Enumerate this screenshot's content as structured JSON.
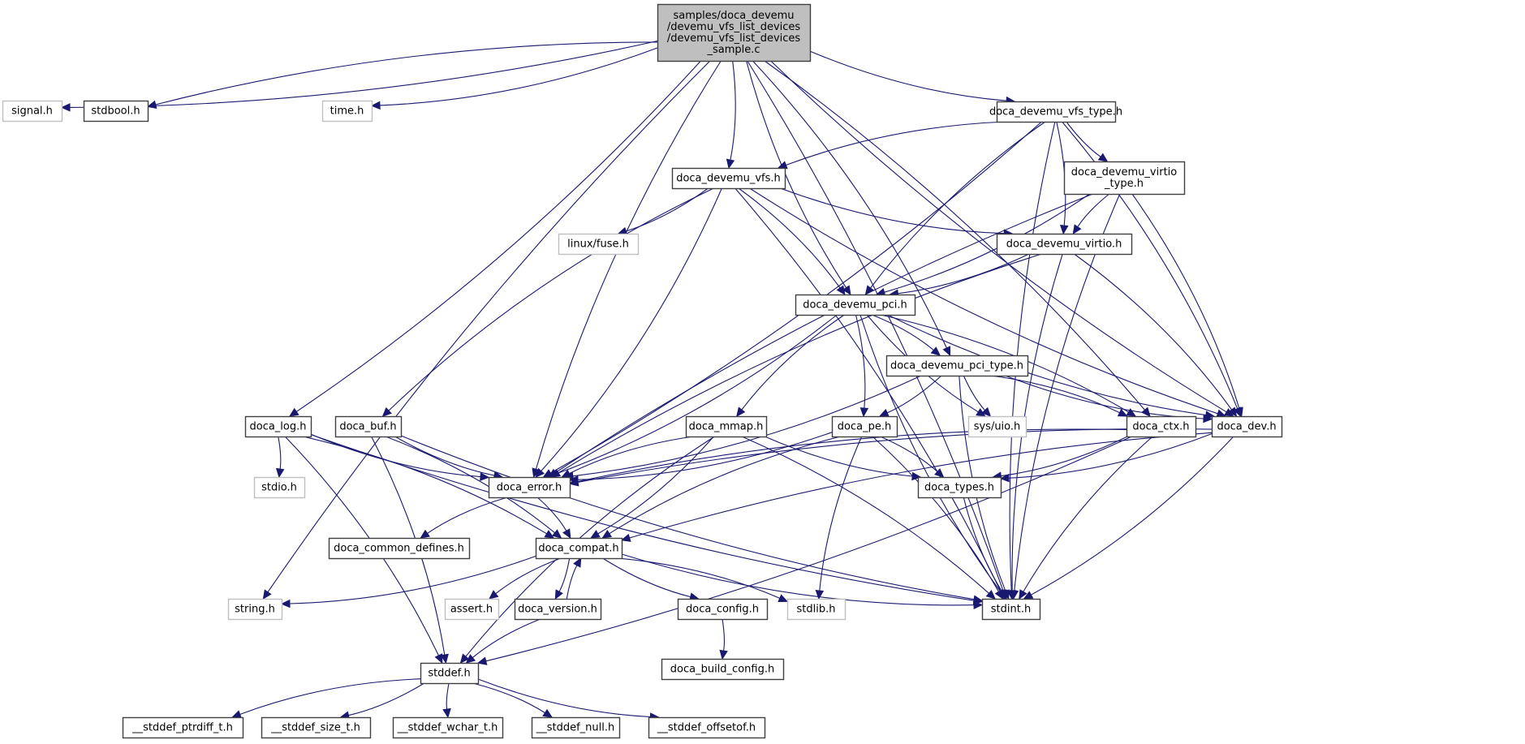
{
  "diagram": {
    "type": "include-dependency-graph",
    "colors": {
      "edge": "#191970",
      "root_fill": "#bfbfbf",
      "root_border": "#404040",
      "node_fill": "#ffffff",
      "node_border": "#404040",
      "external_border": "#bfbfbf"
    },
    "nodes": [
      {
        "id": "root",
        "label_lines": [
          "samples/doca_devemu",
          "/devemu_vfs_list_devices",
          "/devemu_vfs_list_devices",
          "_sample.c"
        ],
        "kind": "root"
      },
      {
        "id": "signal",
        "label_lines": [
          "signal.h"
        ],
        "kind": "external"
      },
      {
        "id": "stdbool",
        "label_lines": [
          "stdbool.h"
        ],
        "kind": "normal"
      },
      {
        "id": "time",
        "label_lines": [
          "time.h"
        ],
        "kind": "external"
      },
      {
        "id": "vfs_type",
        "label_lines": [
          "doca_devemu_vfs_type.h"
        ],
        "kind": "normal"
      },
      {
        "id": "vfs",
        "label_lines": [
          "doca_devemu_vfs.h"
        ],
        "kind": "normal"
      },
      {
        "id": "virtio_type",
        "label_lines": [
          "doca_devemu_virtio",
          "_type.h"
        ],
        "kind": "normal"
      },
      {
        "id": "fuse",
        "label_lines": [
          "linux/fuse.h"
        ],
        "kind": "external"
      },
      {
        "id": "virtio",
        "label_lines": [
          "doca_devemu_virtio.h"
        ],
        "kind": "normal"
      },
      {
        "id": "pci",
        "label_lines": [
          "doca_devemu_pci.h"
        ],
        "kind": "normal"
      },
      {
        "id": "pci_type",
        "label_lines": [
          "doca_devemu_pci_type.h"
        ],
        "kind": "normal"
      },
      {
        "id": "log",
        "label_lines": [
          "doca_log.h"
        ],
        "kind": "normal"
      },
      {
        "id": "buf",
        "label_lines": [
          "doca_buf.h"
        ],
        "kind": "normal"
      },
      {
        "id": "mmap",
        "label_lines": [
          "doca_mmap.h"
        ],
        "kind": "normal"
      },
      {
        "id": "pe",
        "label_lines": [
          "doca_pe.h"
        ],
        "kind": "normal"
      },
      {
        "id": "uio",
        "label_lines": [
          "sys/uio.h"
        ],
        "kind": "external"
      },
      {
        "id": "ctx",
        "label_lines": [
          "doca_ctx.h"
        ],
        "kind": "normal"
      },
      {
        "id": "dev",
        "label_lines": [
          "doca_dev.h"
        ],
        "kind": "normal"
      },
      {
        "id": "stdio",
        "label_lines": [
          "stdio.h"
        ],
        "kind": "external"
      },
      {
        "id": "error",
        "label_lines": [
          "doca_error.h"
        ],
        "kind": "normal"
      },
      {
        "id": "types",
        "label_lines": [
          "doca_types.h"
        ],
        "kind": "normal"
      },
      {
        "id": "common",
        "label_lines": [
          "doca_common_defines.h"
        ],
        "kind": "normal"
      },
      {
        "id": "compat",
        "label_lines": [
          "doca_compat.h"
        ],
        "kind": "normal"
      },
      {
        "id": "string",
        "label_lines": [
          "string.h"
        ],
        "kind": "external"
      },
      {
        "id": "assert",
        "label_lines": [
          "assert.h"
        ],
        "kind": "external"
      },
      {
        "id": "version",
        "label_lines": [
          "doca_version.h"
        ],
        "kind": "normal"
      },
      {
        "id": "config",
        "label_lines": [
          "doca_config.h"
        ],
        "kind": "normal"
      },
      {
        "id": "stdlib",
        "label_lines": [
          "stdlib.h"
        ],
        "kind": "external"
      },
      {
        "id": "stdint",
        "label_lines": [
          "stdint.h"
        ],
        "kind": "normal"
      },
      {
        "id": "build_config",
        "label_lines": [
          "doca_build_config.h"
        ],
        "kind": "normal"
      },
      {
        "id": "stddef",
        "label_lines": [
          "stddef.h"
        ],
        "kind": "normal"
      },
      {
        "id": "ptrdiff",
        "label_lines": [
          "__stddef_ptrdiff_t.h"
        ],
        "kind": "normal"
      },
      {
        "id": "size_t",
        "label_lines": [
          "__stddef_size_t.h"
        ],
        "kind": "normal"
      },
      {
        "id": "wchar",
        "label_lines": [
          "__stddef_wchar_t.h"
        ],
        "kind": "normal"
      },
      {
        "id": "null",
        "label_lines": [
          "__stddef_null.h"
        ],
        "kind": "normal"
      },
      {
        "id": "offsetof",
        "label_lines": [
          "__stddef_offsetof.h"
        ],
        "kind": "normal"
      }
    ],
    "edges": [
      [
        "root",
        "signal"
      ],
      [
        "root",
        "stdbool"
      ],
      [
        "root",
        "time"
      ],
      [
        "root",
        "string"
      ],
      [
        "root",
        "log"
      ],
      [
        "root",
        "error"
      ],
      [
        "root",
        "vfs"
      ],
      [
        "root",
        "pci"
      ],
      [
        "root",
        "pci_type"
      ],
      [
        "root",
        "vfs_type"
      ],
      [
        "root",
        "ctx"
      ],
      [
        "root",
        "dev"
      ],
      [
        "root",
        "stdint"
      ],
      [
        "vfs_type",
        "vfs"
      ],
      [
        "vfs_type",
        "error"
      ],
      [
        "vfs_type",
        "virtio_type"
      ],
      [
        "vfs_type",
        "virtio"
      ],
      [
        "vfs_type",
        "pci"
      ],
      [
        "vfs_type",
        "dev"
      ],
      [
        "vfs_type",
        "stdint"
      ],
      [
        "vfs",
        "fuse"
      ],
      [
        "vfs",
        "buf"
      ],
      [
        "vfs",
        "error"
      ],
      [
        "vfs",
        "virtio"
      ],
      [
        "vfs",
        "pci"
      ],
      [
        "vfs",
        "dev"
      ],
      [
        "vfs",
        "stdint"
      ],
      [
        "virtio_type",
        "virtio"
      ],
      [
        "virtio_type",
        "pci"
      ],
      [
        "virtio_type",
        "error"
      ],
      [
        "virtio_type",
        "dev"
      ],
      [
        "virtio_type",
        "stdint"
      ],
      [
        "virtio",
        "pci"
      ],
      [
        "virtio",
        "error"
      ],
      [
        "virtio",
        "dev"
      ],
      [
        "virtio",
        "stdint"
      ],
      [
        "pci",
        "pci_type"
      ],
      [
        "pci",
        "mmap"
      ],
      [
        "pci",
        "pe"
      ],
      [
        "pci",
        "uio"
      ],
      [
        "pci",
        "ctx"
      ],
      [
        "pci",
        "dev"
      ],
      [
        "pci",
        "error"
      ],
      [
        "pci",
        "stdint"
      ],
      [
        "pci_type",
        "pe"
      ],
      [
        "pci_type",
        "uio"
      ],
      [
        "pci_type",
        "ctx"
      ],
      [
        "pci_type",
        "dev"
      ],
      [
        "pci_type",
        "error"
      ],
      [
        "pci_type",
        "stdint"
      ],
      [
        "log",
        "stdio"
      ],
      [
        "log",
        "error"
      ],
      [
        "log",
        "compat"
      ],
      [
        "log",
        "stdint"
      ],
      [
        "log",
        "stddef"
      ],
      [
        "buf",
        "error"
      ],
      [
        "buf",
        "compat"
      ],
      [
        "buf",
        "stdint"
      ],
      [
        "buf",
        "stddef"
      ],
      [
        "mmap",
        "error"
      ],
      [
        "mmap",
        "compat"
      ],
      [
        "mmap",
        "types"
      ],
      [
        "mmap",
        "stdint"
      ],
      [
        "mmap",
        "stddef"
      ],
      [
        "pe",
        "error"
      ],
      [
        "pe",
        "compat"
      ],
      [
        "pe",
        "types"
      ],
      [
        "pe",
        "stdlib"
      ],
      [
        "pe",
        "stdint"
      ],
      [
        "ctx",
        "error"
      ],
      [
        "ctx",
        "types"
      ],
      [
        "ctx",
        "stdint"
      ],
      [
        "ctx",
        "stddef"
      ],
      [
        "dev",
        "error"
      ],
      [
        "dev",
        "types"
      ],
      [
        "dev",
        "compat"
      ],
      [
        "dev",
        "stdint"
      ],
      [
        "error",
        "common"
      ],
      [
        "error",
        "compat"
      ],
      [
        "types",
        "stdint"
      ],
      [
        "compat",
        "string"
      ],
      [
        "compat",
        "assert"
      ],
      [
        "compat",
        "version"
      ],
      [
        "compat",
        "config"
      ],
      [
        "compat",
        "stdlib"
      ],
      [
        "compat",
        "stdint"
      ],
      [
        "version",
        "compat"
      ],
      [
        "version",
        "stddef"
      ],
      [
        "config",
        "build_config"
      ],
      [
        "stddef",
        "ptrdiff"
      ],
      [
        "stddef",
        "size_t"
      ],
      [
        "stddef",
        "wchar"
      ],
      [
        "stddef",
        "null"
      ],
      [
        "stddef",
        "offsetof"
      ]
    ]
  }
}
